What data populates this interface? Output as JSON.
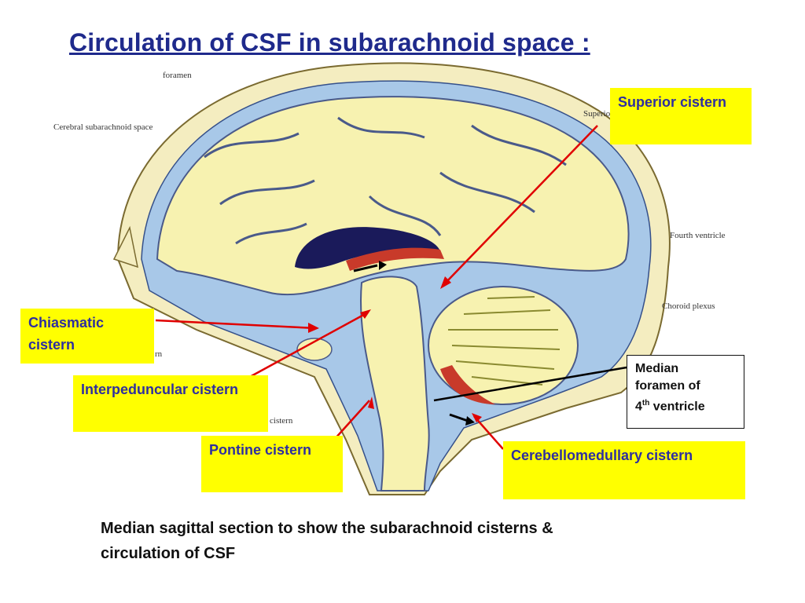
{
  "title": "Circulation of CSF in subarachnoid space :",
  "labels": {
    "superior_cistern": "Superior cistern",
    "chiasmatic_cistern": "Chiasmatic cistern",
    "interpeduncular_cistern": "Interpeduncular cistern",
    "pontine_cistern": "Pontine cistern",
    "cerebellomedullary_cistern": "Cerebellomedullary cistern",
    "median_foramen_line1": "Median",
    "median_foramen_line2": "foramen of",
    "median_foramen_line3_num": "4",
    "median_foramen_line3_sup": "th",
    "median_foramen_line3_rest": " ventricle"
  },
  "figure_text": {
    "foramen": "foramen",
    "cerebral_subarachnoid_space": "Cerebral subarachnoid space",
    "superio": "Superio",
    "fourth_ventricle": "Fourth ventricle",
    "choroid_plexus": "Choroid plexus",
    "rn": "rn",
    "cistern": "cistern"
  },
  "caption": {
    "line1": "Median sagittal section to show the subarachnoid cisterns &",
    "line2": "circulation of CSF"
  },
  "colors": {
    "title": "#1f2a8c",
    "label_bg": "#ffff00",
    "label_text": "#2e2ea0",
    "brain": "#f7f2b0",
    "csf": "#a8c8e8",
    "arrow": "#e00000",
    "choroid": "#c83a2a",
    "ventricle": "#1a1a5a"
  }
}
